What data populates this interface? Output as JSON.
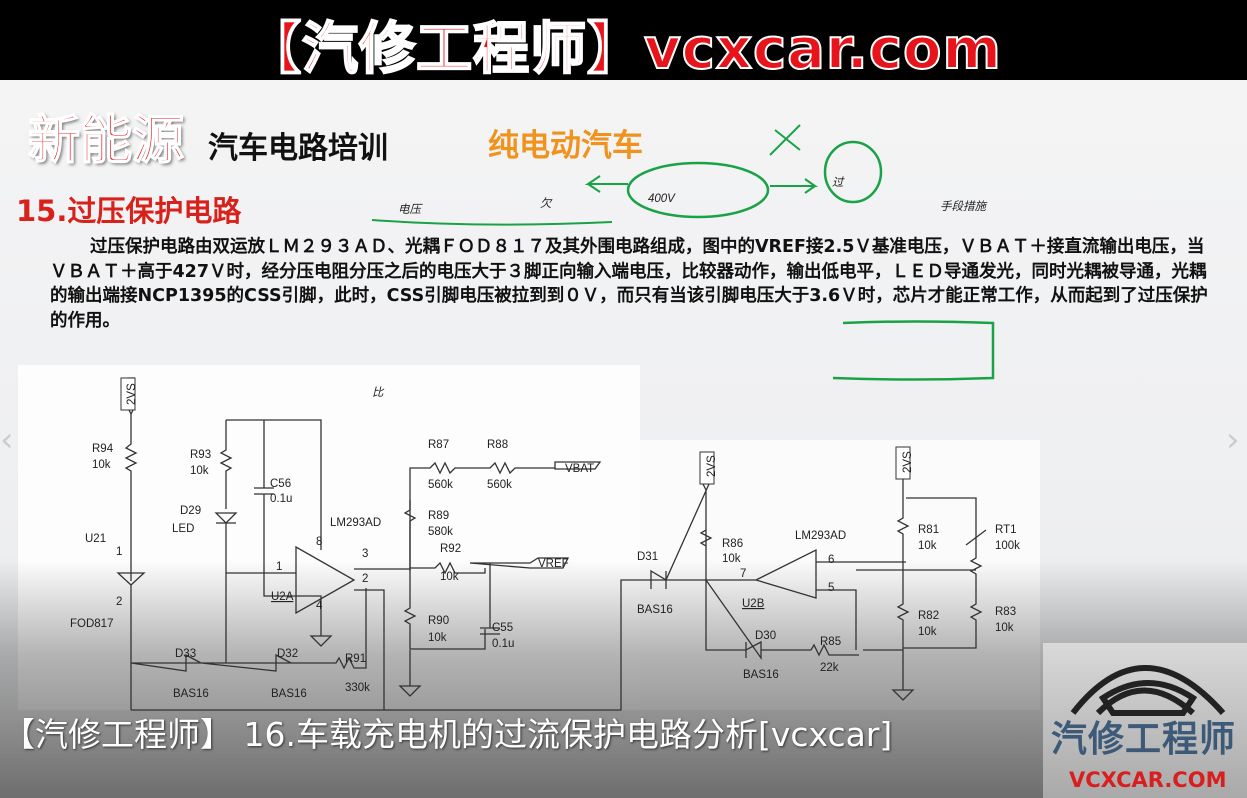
{
  "banner": {
    "title": "【汽修工程师】vcxcar.com"
  },
  "slide": {
    "brand": "新能源",
    "course": "汽车电路培训",
    "subtitle": "纯电动汽车",
    "section": "15.过压保护电路",
    "paragraph": "过压保护电路由双运放ＬＭ２９３ＡＤ、光耦ＦＯＤ８１７及其外围电路组成，图中的VREF接2.5Ｖ基准电压，ＶＢＡＴ＋接直流输出电压，当ＶＢＡＴ＋高于427Ｖ时，经分压电阻分压之后的电压大于３脚正向输入端电压，比较器动作，输出低电平，ＬＥＤ导通发光，同时光耦被导通，光耦的输出端接NCP1395的CSS引脚，此时，CSS引脚电压被拉到到０Ｖ，而只有当该引脚电压大于3.6Ｖ时，芯片才能正常工作，从而起到了过压保护的作用。"
  },
  "handwriting": {
    "a": "电压",
    "b": "欠",
    "c": "400V",
    "d": "过",
    "e": "手段措施",
    "f": "比",
    "color": "#1aa246"
  },
  "circuit": {
    "supply": "2VS",
    "r94": "R94",
    "r94v": "10k",
    "r93": "R93",
    "r93v": "10k",
    "c56": "C56",
    "c56v": "0.1u",
    "d29": "D29",
    "d29t": "LED",
    "u21": "U21",
    "fod": "FOD817",
    "u2a_chip": "LM293AD",
    "u2a": "U2A",
    "p8": "8",
    "p1": "1",
    "p3": "3",
    "p2": "2",
    "p4": "4",
    "p1b": "1",
    "p2b": "2",
    "r87": "R87",
    "r87v": "560k",
    "r88": "R88",
    "r88v": "560k",
    "vbat": "VBAT",
    "r89": "R89",
    "r89v": "580k",
    "r92": "R92",
    "r92v": "10k",
    "vref": "VREF",
    "r90": "R90",
    "r90v": "10k",
    "c55": "C55",
    "c55v": "0.1u",
    "d33": "D33",
    "d33t": "BAS16",
    "d32": "D32",
    "d32t": "BAS16",
    "r91": "R91",
    "r91v": "330k",
    "d31": "D31",
    "d31t": "BAS16",
    "r86": "R86",
    "r86v": "10k",
    "u2b_chip": "LM293AD",
    "u2b": "U2B",
    "p7": "7",
    "p6": "6",
    "p5": "5",
    "r81": "R81",
    "r81v": "10k",
    "rt1": "RT1",
    "rt1v": "100k",
    "r82": "R82",
    "r82v": "10k",
    "r83": "R83",
    "r83v": "10k",
    "d30": "D30",
    "d30t": "BAS16",
    "r85": "R85",
    "r85v": "22k"
  },
  "caption": "【汽修工程师】 16.车载充电机的过流保护电路分析[vcxcar]",
  "logo": {
    "text": "汽修工程师",
    "url": "VCXCAR.COM"
  }
}
